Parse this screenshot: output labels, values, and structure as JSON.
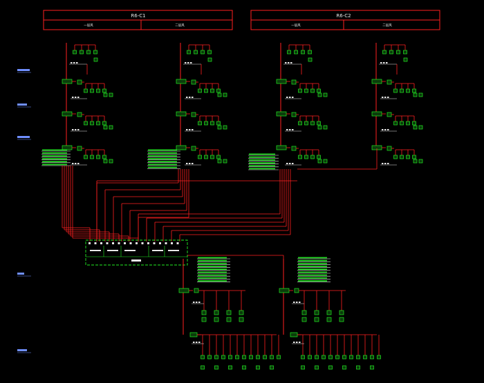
{
  "panels": [
    {
      "title": "R6-C1",
      "left_label": "一层风",
      "right_label": "二层风"
    },
    {
      "title": "R6-C2",
      "left_label": "一层风",
      "right_label": "二层风"
    }
  ],
  "colors": {
    "background": "#000000",
    "wire": "#ff2020",
    "device": "#22ee22",
    "white_line": "#e8e8e8",
    "level_text": "#6f8fff"
  }
}
